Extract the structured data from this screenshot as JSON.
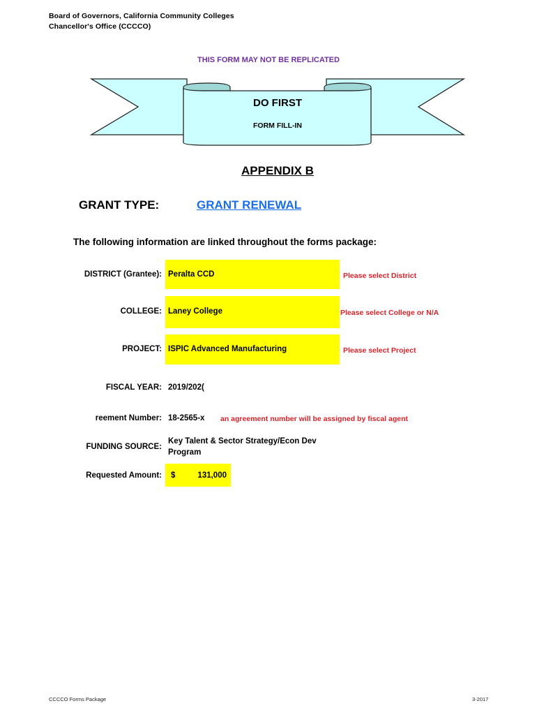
{
  "header": {
    "line1": "Board of Governors, California Community Colleges",
    "line2": "Chancellor's Office (CCCCO)"
  },
  "warning": "THIS FORM MAY NOT BE REPLICATED",
  "ribbon": {
    "title": "DO FIRST",
    "subtitle": "FORM FILL-IN",
    "fill_color": "#ccffff"
  },
  "appendix_title": "APPENDIX B",
  "grant_type": {
    "label": "GRANT TYPE:",
    "value": "GRANT RENEWAL",
    "link_color": "#1a6fe8"
  },
  "linked_note": "The following information are linked throughout the forms package:",
  "fields": {
    "district": {
      "label": "DISTRICT (Grantee):",
      "value": "Peralta CCD",
      "hint": "Please select District"
    },
    "college": {
      "label": "COLLEGE:",
      "value": "Laney College",
      "hint": "Please select College or N/A"
    },
    "project": {
      "label": "PROJECT:",
      "value": "ISPIC Advanced Manufacturing",
      "hint": "Please select Project"
    },
    "fiscal_year": {
      "label": "FISCAL YEAR:",
      "value": "2019/202("
    },
    "agreement": {
      "label": "reement Number:",
      "value": "18-2565-x",
      "hint": "an agreement number will be assigned by fiscal agent"
    },
    "funding_source": {
      "label": "FUNDING SOURCE:",
      "value_line1": "Key Talent & Sector Strategy/Econ Dev",
      "value_line2": "Program"
    },
    "requested_amount": {
      "label": "Requested Amount:",
      "currency": "$",
      "value": "131,000"
    }
  },
  "colors": {
    "input_fill": "#ffff00",
    "hint_red": "#d9232a",
    "warning_purple": "#7030a0"
  },
  "footer": {
    "left": "CCCCO Forms Package",
    "right": "3-2017"
  }
}
